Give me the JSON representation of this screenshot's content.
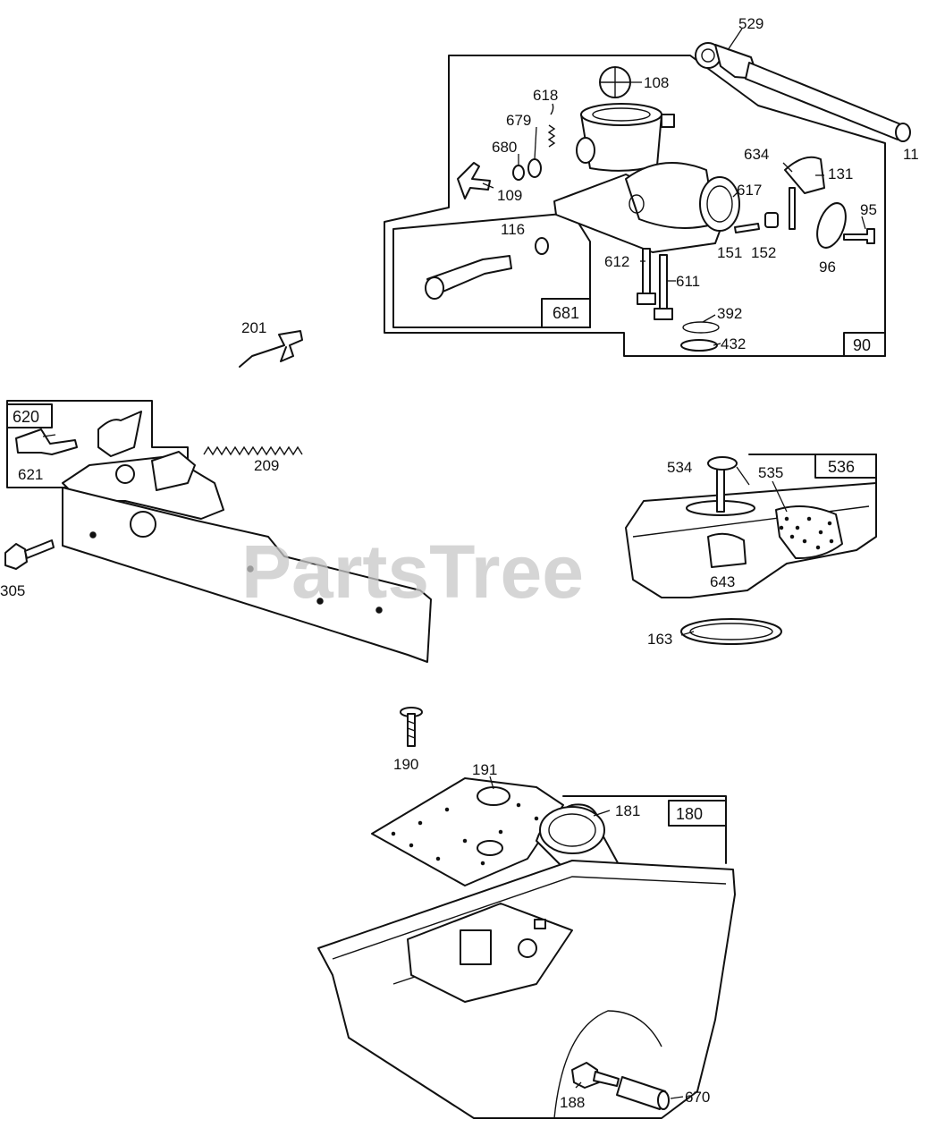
{
  "watermark": "PartsTree",
  "part_labels": {
    "p529": "529",
    "p108": "108",
    "p618": "618",
    "p679": "679",
    "p680": "680",
    "p109": "109",
    "p634": "634",
    "p131": "131",
    "p617": "617",
    "p11": "11",
    "p95": "95",
    "p116": "116",
    "p151": "151",
    "p152": "152",
    "p96": "96",
    "p612": "612",
    "p611": "611",
    "p392": "392",
    "p432": "432",
    "p201": "201",
    "p209": "209",
    "p621": "621",
    "p305": "305",
    "p534": "534",
    "p535": "535",
    "p643": "643",
    "p163": "163",
    "p190": "190",
    "p191": "191",
    "p181": "181",
    "p188": "188",
    "p670": "670"
  },
  "box_labels": {
    "b681": "681",
    "b90": "90",
    "b620": "620",
    "b536": "536",
    "b180": "180"
  }
}
